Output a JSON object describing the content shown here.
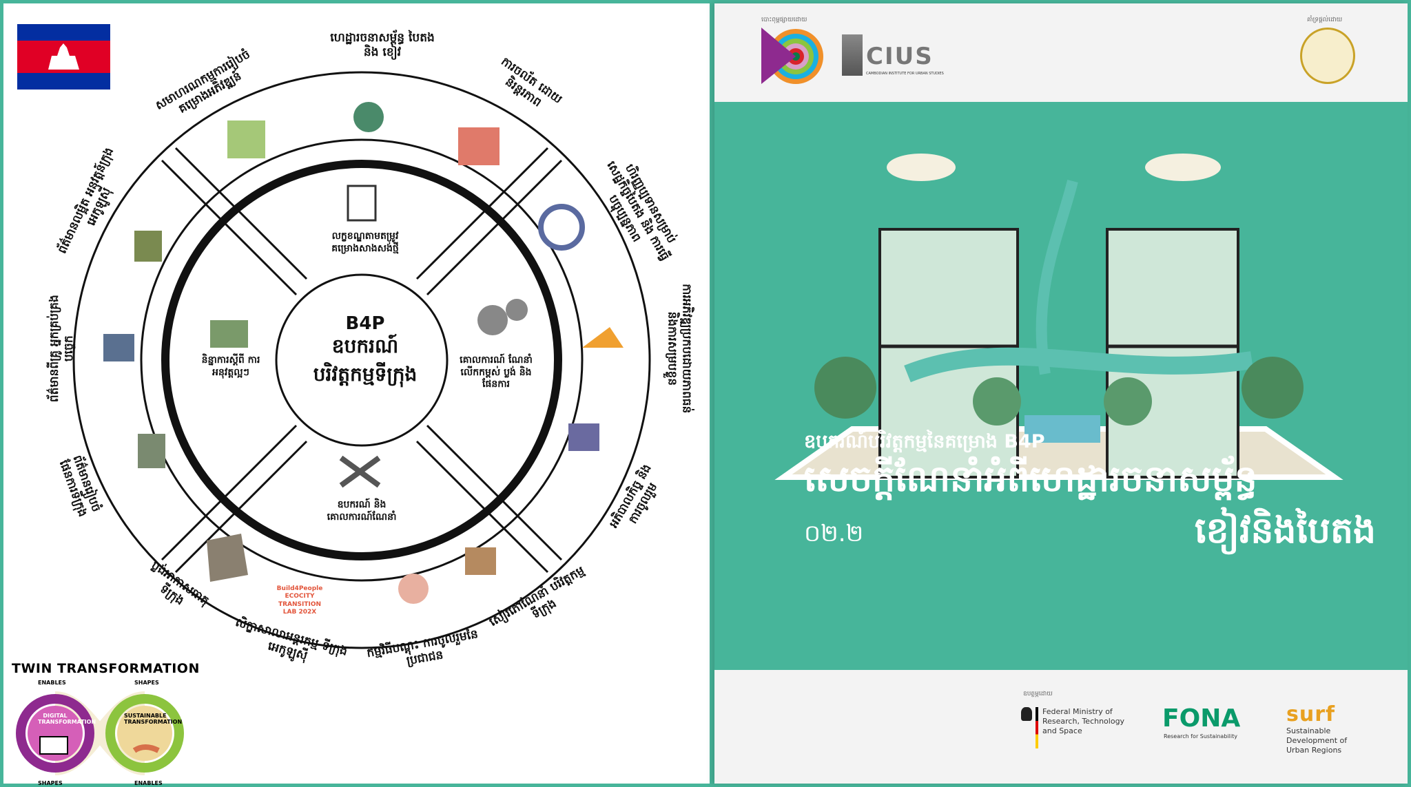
{
  "wheel": {
    "center": {
      "line1": "B4P",
      "line2": "ឧបករណ៍",
      "line3": "បរិវត្តកម្មទីក្រុង"
    },
    "inner": [
      {
        "label": "លក្ខខណ្ឌតាមតម្រូវ គម្រោងសាងសង់ថ្មី"
      },
      {
        "label": "គោលការណ៍ ណែនាំលើកកម្ពស់ ប្លង់ និងផែនការ"
      },
      {
        "label": "ឧបករណ៍ និង គោលការណ៍ណែនាំ"
      },
      {
        "label": "និន្នាការស្តីពី ការអនុវត្តល្អៗ"
      }
    ],
    "outer": [
      {
        "label": "ហេដ្ឋារចនាសម្ព័ន្ធ បៃតង និង ខៀវ"
      },
      {
        "label": "ការចល័ត ដោយនិរន្តរភាព"
      },
      {
        "label": "ហិរញ្ញប្បទានសម្រាប់ សេដ្ឋកិច្ចបៃតង និង ការធ្វើបច្ចុប្បន្នភាព"
      },
      {
        "label": "ការអភិវឌ្ឍប្រកបដោយភាពធន់ និងការសម្របខ្លួន"
      },
      {
        "label": "អភិបាលកិច្ច និងការចូលរួម"
      },
      {
        "label": "សៀវភៅណែនាំ បរិវត្តកម្មទីក្រុង"
      },
      {
        "label": "កម្មវិធីបណ្តុះ ការចូលរួមនៃប្រជាជន"
      },
      {
        "label": "សិក្ខាសាលាអន្តរកម្ម ទីក្រុងអេកូឡូស៊ី"
      },
      {
        "label": "ប្លង់អាកាសធាតុ ទីក្រុង"
      },
      {
        "label": "ព័ត៌មានរៀបចំ ផែនការទីក្រុង"
      },
      {
        "label": "ព័ត៌មានពីគ្រូ អ្នកគ្រប់គ្រងបច្ចេក"
      },
      {
        "label": "ព័ត៌មានលម្អិត អនុវត្តន៍ក្រុងអេកូឡូស៊ី"
      },
      {
        "label": "សមាហរណកម្មការរៀបចំ គម្រោងអភិវឌ្ឍន៍"
      }
    ],
    "ecocity_badge": "Build4People ECOCITY TRANSITION LAB 202X"
  },
  "twin": {
    "title": "TWIN TRANSFORMATION",
    "digital": "DIGITAL TRANSFORMATION",
    "sustainable": "SUSTAINABLE TRANSFORMATION",
    "enables": "ENABLES",
    "shapes": "SHAPES"
  },
  "cover": {
    "published_by": "បោះពុម្ពផ្សាយដោយ",
    "supported_by": "គាំទ្រផ្តល់ដោយ",
    "cius": "CIUS",
    "cius_full": "CAMBODIAN INSTITUTE FOR URBAN STUDIES",
    "subtitle": "ឧបករណ៍បរិវត្តកម្មនៃគម្រោង B4P",
    "title_line1": "សេចក្តីណែនាំអំពីហេដ្ឋារចនាសម្ព័ន្ធ",
    "title_line2": "ខៀវនិងបៃតង",
    "version": "០២.២",
    "funded_by": "ឧបត្ថម្ភដោយ",
    "bmftr": "Federal Ministry of Research, Technology and Space",
    "fona": "FONA",
    "fona_sub": "Research for Sustainability",
    "surf": "surf",
    "surf_sub": "Sustainable Development of Urban Regions"
  },
  "colors": {
    "teal": "#47b59a",
    "purple": "#8e2a8f",
    "green": "#8cc43e"
  }
}
